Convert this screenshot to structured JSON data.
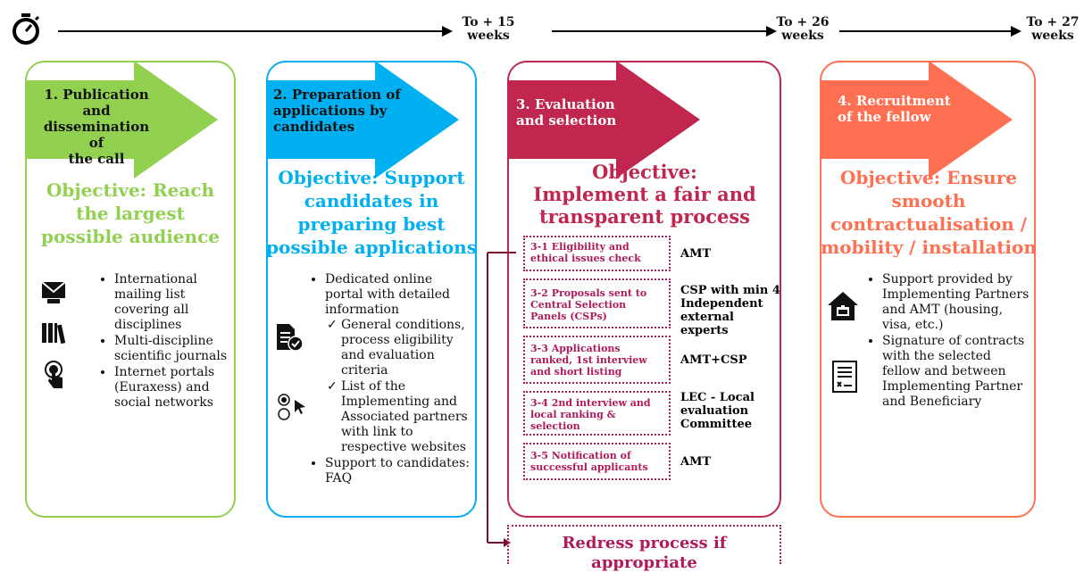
{
  "timeline": {
    "icon": "stopwatch-icon",
    "milestones": [
      "To + 15 weeks",
      "To + 26 weeks",
      "To + 27 weeks"
    ],
    "milestone_lines": [
      [
        "To + 15",
        "weeks"
      ],
      [
        "To + 26",
        "weeks"
      ],
      [
        "To + 27",
        "weeks"
      ]
    ]
  },
  "steps": [
    {
      "color": "#92d050",
      "label_lines": [
        "1. Publication and",
        "dissemination of",
        "the call"
      ],
      "objective_lines": [
        "Objective: Reach",
        "the largest",
        "possible audience"
      ],
      "icons": [
        "envelope-icon",
        "books-icon",
        "touch-icon"
      ],
      "bullets": [
        "International mailing list covering all disciplines",
        "Multi-discipline scientific journals",
        "Internet portals (Euraxess) and social networks"
      ]
    },
    {
      "color": "#00b0f0",
      "label_lines": [
        "2. Preparation of",
        "applications by",
        "candidates"
      ],
      "objective_lines": [
        "Objective: Support",
        "candidates in",
        "preparing best",
        "possible applications"
      ],
      "icons": [
        "document-check-icon",
        "radio-cursor-icon"
      ],
      "bullets": [
        "Dedicated online portal with detailed information",
        "Support to candidates: FAQ"
      ],
      "sub_bullets": [
        "General conditions, process eligibility and evaluation criteria",
        "List of the Implementing and Associated partners with link to respective websites"
      ]
    },
    {
      "color": "#c0264e",
      "label_lines": [
        "3. Evaluation",
        "and selection"
      ],
      "objective_lines": [
        "Objective:",
        "Implement a fair and",
        "transparent process"
      ],
      "substeps": [
        {
          "label": "3-1 Eligibility and ethical issues check",
          "who": "AMT"
        },
        {
          "label": "3-2 Proposals sent to Central Selection Panels (CSPs)",
          "who": "CSP with min 4 Independent external experts"
        },
        {
          "label": "3-3 Applications ranked, 1st interview and short listing",
          "who": "AMT+CSP"
        },
        {
          "label": "3-4 2nd interview and local ranking & selection",
          "who": "LEC - Local evaluation Committee"
        },
        {
          "label": "3-5 Notification of successful applicants",
          "who": "AMT"
        }
      ],
      "redress": "Redress process if appropriate"
    },
    {
      "color": "#ff7052",
      "label_lines": [
        "4. Recruitment",
        "of the fellow"
      ],
      "objective_lines": [
        "Objective: Ensure",
        "smooth",
        "contractualisation /",
        "mobility / installation"
      ],
      "icons": [
        "house-icon",
        "contract-icon"
      ],
      "bullets": [
        "Support provided by Implementing Partners and AMT (housing, visa, etc.)",
        "Signature of contracts with the selected fellow and between Implementing Partner and Beneficiary"
      ]
    }
  ]
}
